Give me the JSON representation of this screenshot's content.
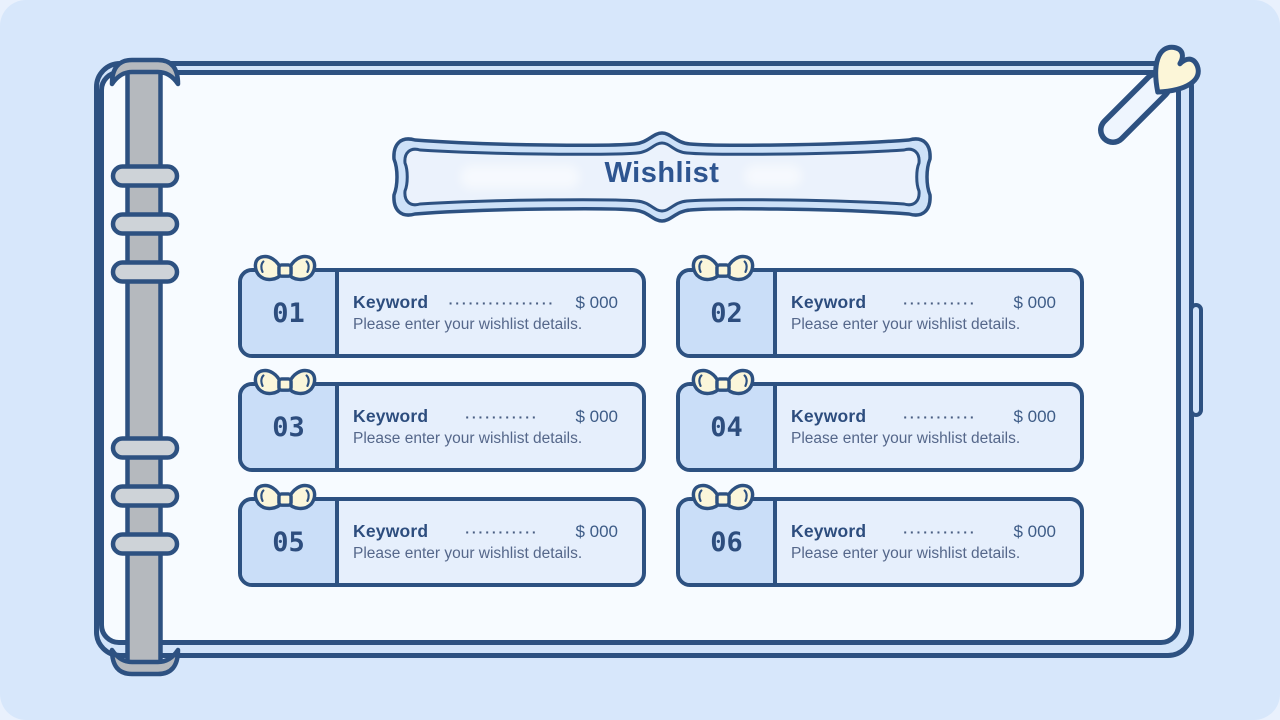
{
  "title": {
    "text": "Wishlist"
  },
  "cards": [
    {
      "number": "01",
      "keyword": "Keyword",
      "dots": "················",
      "price": "$ 000",
      "details": "Please enter your wishlist details."
    },
    {
      "number": "02",
      "keyword": "Keyword",
      "dots": "···········",
      "price": "$ 000",
      "details": "Please enter your wishlist details."
    },
    {
      "number": "03",
      "keyword": "Keyword",
      "dots": "···········",
      "price": "$ 000",
      "details": "Please enter your wishlist details."
    },
    {
      "number": "04",
      "keyword": "Keyword",
      "dots": "···········",
      "price": "$ 000",
      "details": "Please enter your wishlist details."
    },
    {
      "number": "05",
      "keyword": "Keyword",
      "dots": "···········",
      "price": "$ 000",
      "details": "Please enter your wishlist details."
    },
    {
      "number": "06",
      "keyword": "Keyword",
      "dots": "···········",
      "price": "$ 000",
      "details": "Please enter your wishlist details."
    }
  ],
  "decor": {
    "heart_icon": "heart",
    "pen_clip_icon": "pen-clip",
    "bow_icon": "ribbon-bow",
    "binder_icon": "spiral-binder-rings"
  },
  "colors": {
    "outline": "#2d5181",
    "background": "#d7e7fb",
    "cover": "#d2e4fa",
    "page": "#f7fbff",
    "card_body": "#e6effc",
    "card_number_bg": "#cadef8",
    "bow_fill": "#fbf6da",
    "heart_fill": "#fcf6d8",
    "title_text": "#2e5590",
    "binder_gray": "#b5b9be"
  }
}
